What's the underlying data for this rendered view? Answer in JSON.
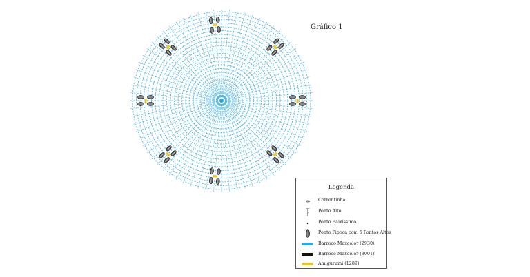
{
  "title": "Gráfico 1",
  "legend": {
    "title": "Legenda",
    "items": [
      {
        "label": "Correntinha",
        "icon": "chain-stitch-icon"
      },
      {
        "label": "Ponto Alto",
        "icon": "double-crochet-icon"
      },
      {
        "label": "Ponto Baixíssimo",
        "icon": "slip-stitch-icon"
      },
      {
        "label": "Ponto Pipoca com 5 Pontos Altos",
        "icon": "popcorn-stitch-icon"
      },
      {
        "label": "Barroco Maxcolor (2930)",
        "color": "#29a9e1"
      },
      {
        "label": "Barroco Maxcolor (8001)",
        "color": "#111111"
      },
      {
        "label": "Amigurumi (1289)",
        "color": "#f3c318"
      }
    ]
  },
  "colors": {
    "yarn_blue": "#29a9e1",
    "yarn_black": "#111111",
    "yarn_yellow": "#f3c318",
    "popcorn_fill": "#6b6b6b"
  }
}
